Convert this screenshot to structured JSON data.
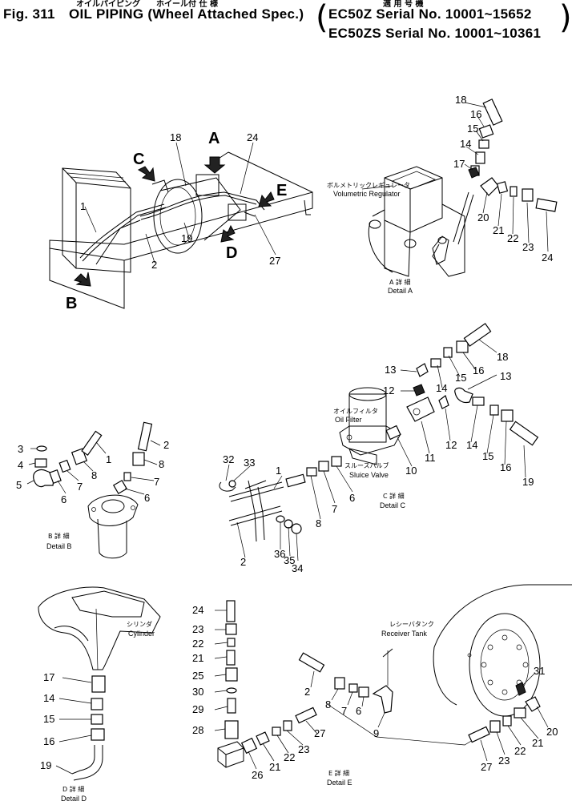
{
  "header": {
    "jp_line": "オイルパイピング　　ホイール付 仕 様",
    "jp_applic": "適 用 号 機",
    "fig_no": "Fig. 311",
    "title": "OIL PIPING (Wheel Attached Spec.)",
    "serial_1": "EC50Z   Serial No. 10001~15652",
    "serial_2": "EC50ZS  Serial No. 10001~10361"
  },
  "views": {
    "main": {
      "arrows": [
        "A",
        "B",
        "C",
        "D",
        "E"
      ],
      "parts": [
        "1",
        "2",
        "18",
        "19",
        "24",
        "27"
      ]
    },
    "detail_a": {
      "caption_jp": "A 詳 細",
      "caption": "Detail A",
      "component_jp": "ボルメトリックレギュレータ",
      "component": "Volumetric Regulator",
      "parts": [
        "14",
        "15",
        "16",
        "17",
        "18",
        "20",
        "21",
        "22",
        "23",
        "24"
      ]
    },
    "detail_b": {
      "caption_jp": "B 詳 細",
      "caption": "Detail B",
      "parts": [
        "1",
        "2",
        "3",
        "4",
        "5",
        "6",
        "7",
        "8"
      ]
    },
    "detail_c": {
      "caption_jp": "C 詳 細",
      "caption": "Detail C",
      "oil_filter_jp": "オイルフィルタ",
      "oil_filter": "Oil Filter",
      "sluice_valve_jp": "スルースバルブ",
      "sluice_valve": "Sluice Valve",
      "parts": [
        "1",
        "2",
        "6",
        "7",
        "8",
        "10",
        "11",
        "12",
        "13",
        "14",
        "15",
        "16",
        "18",
        "19",
        "32",
        "33",
        "34",
        "35",
        "36"
      ]
    },
    "detail_d": {
      "caption_jp": "D 詳 細",
      "caption": "Detail D",
      "cylinder_jp": "シリンダ",
      "cylinder": "Cylinder",
      "parts": [
        "14",
        "15",
        "16",
        "17",
        "19"
      ]
    },
    "detail_e": {
      "caption_jp": "E 詳 細",
      "caption": "Detail E",
      "tank_jp": "レシーバタンク",
      "tank": "Receiver Tank",
      "parts": [
        "2",
        "6",
        "7",
        "8",
        "9",
        "20",
        "21",
        "22",
        "23",
        "24",
        "25",
        "26",
        "27",
        "28",
        "29",
        "30",
        "31"
      ]
    }
  }
}
